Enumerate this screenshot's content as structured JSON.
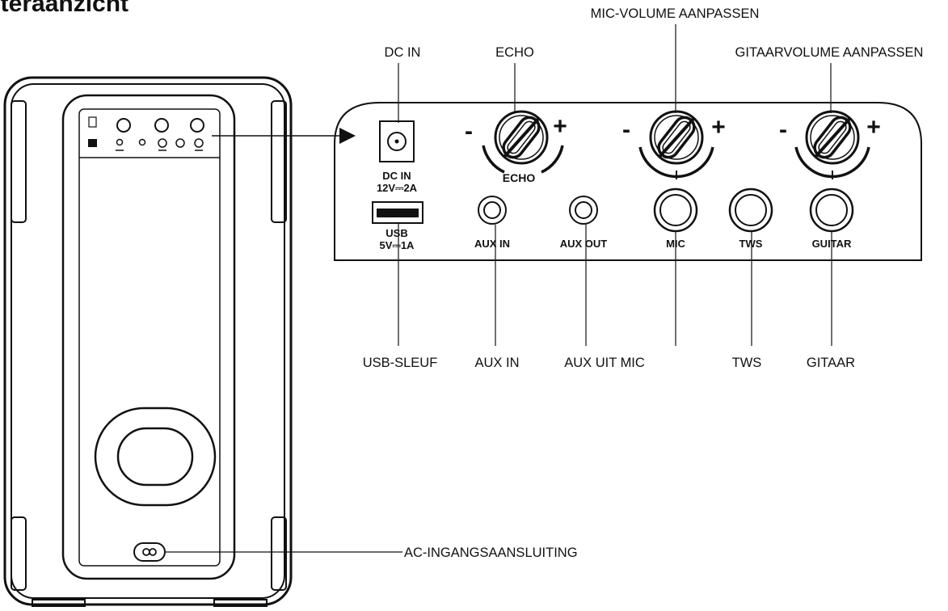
{
  "heading": "Interaanzicht",
  "callouts": {
    "mic_volume": "MIC-VOLUME AANPASSEN",
    "dc_in": "DC IN",
    "echo": "ECHO",
    "guitar_volume": "GITAARVOLUME AANPASSEN",
    "usb_slot": "USB-SLEUF",
    "aux_in": "AUX IN",
    "aux_out_mic": "AUX UIT MIC",
    "tws": "TWS",
    "guitar": "GITAAR",
    "ac_input": "AC-INGANGSAANSLUITING"
  },
  "panel": {
    "dc_label_1": "DC IN",
    "dc_label_2": "12V⎓2A",
    "usb_label_1": "USB",
    "usb_label_2": "5V⎓1A",
    "echo_knob_label": "ECHO",
    "aux_in": "AUX IN",
    "aux_out": "AUX OUT",
    "mic": "MIC",
    "tws": "TWS",
    "guitar": "GUITAR",
    "minus": "-",
    "plus": "+"
  },
  "icons": {
    "arrow": "arrow-right-icon",
    "ac_socket": "ac-socket-icon",
    "knob": "knob-icon",
    "jack": "jack-icon"
  }
}
